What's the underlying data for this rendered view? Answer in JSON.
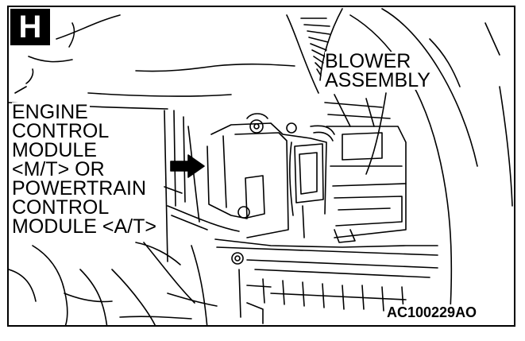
{
  "figure": {
    "badge_letter": "H",
    "engine_label_lines": [
      "ENGINE",
      "CONTROL",
      "MODULE",
      "<M/T> OR",
      "POWERTRAIN",
      "CONTROL",
      "MODULE <A/T>"
    ],
    "blower_label_lines": [
      "BLOWER",
      "ASSEMBLY"
    ],
    "figure_code": "AC100229AO"
  }
}
